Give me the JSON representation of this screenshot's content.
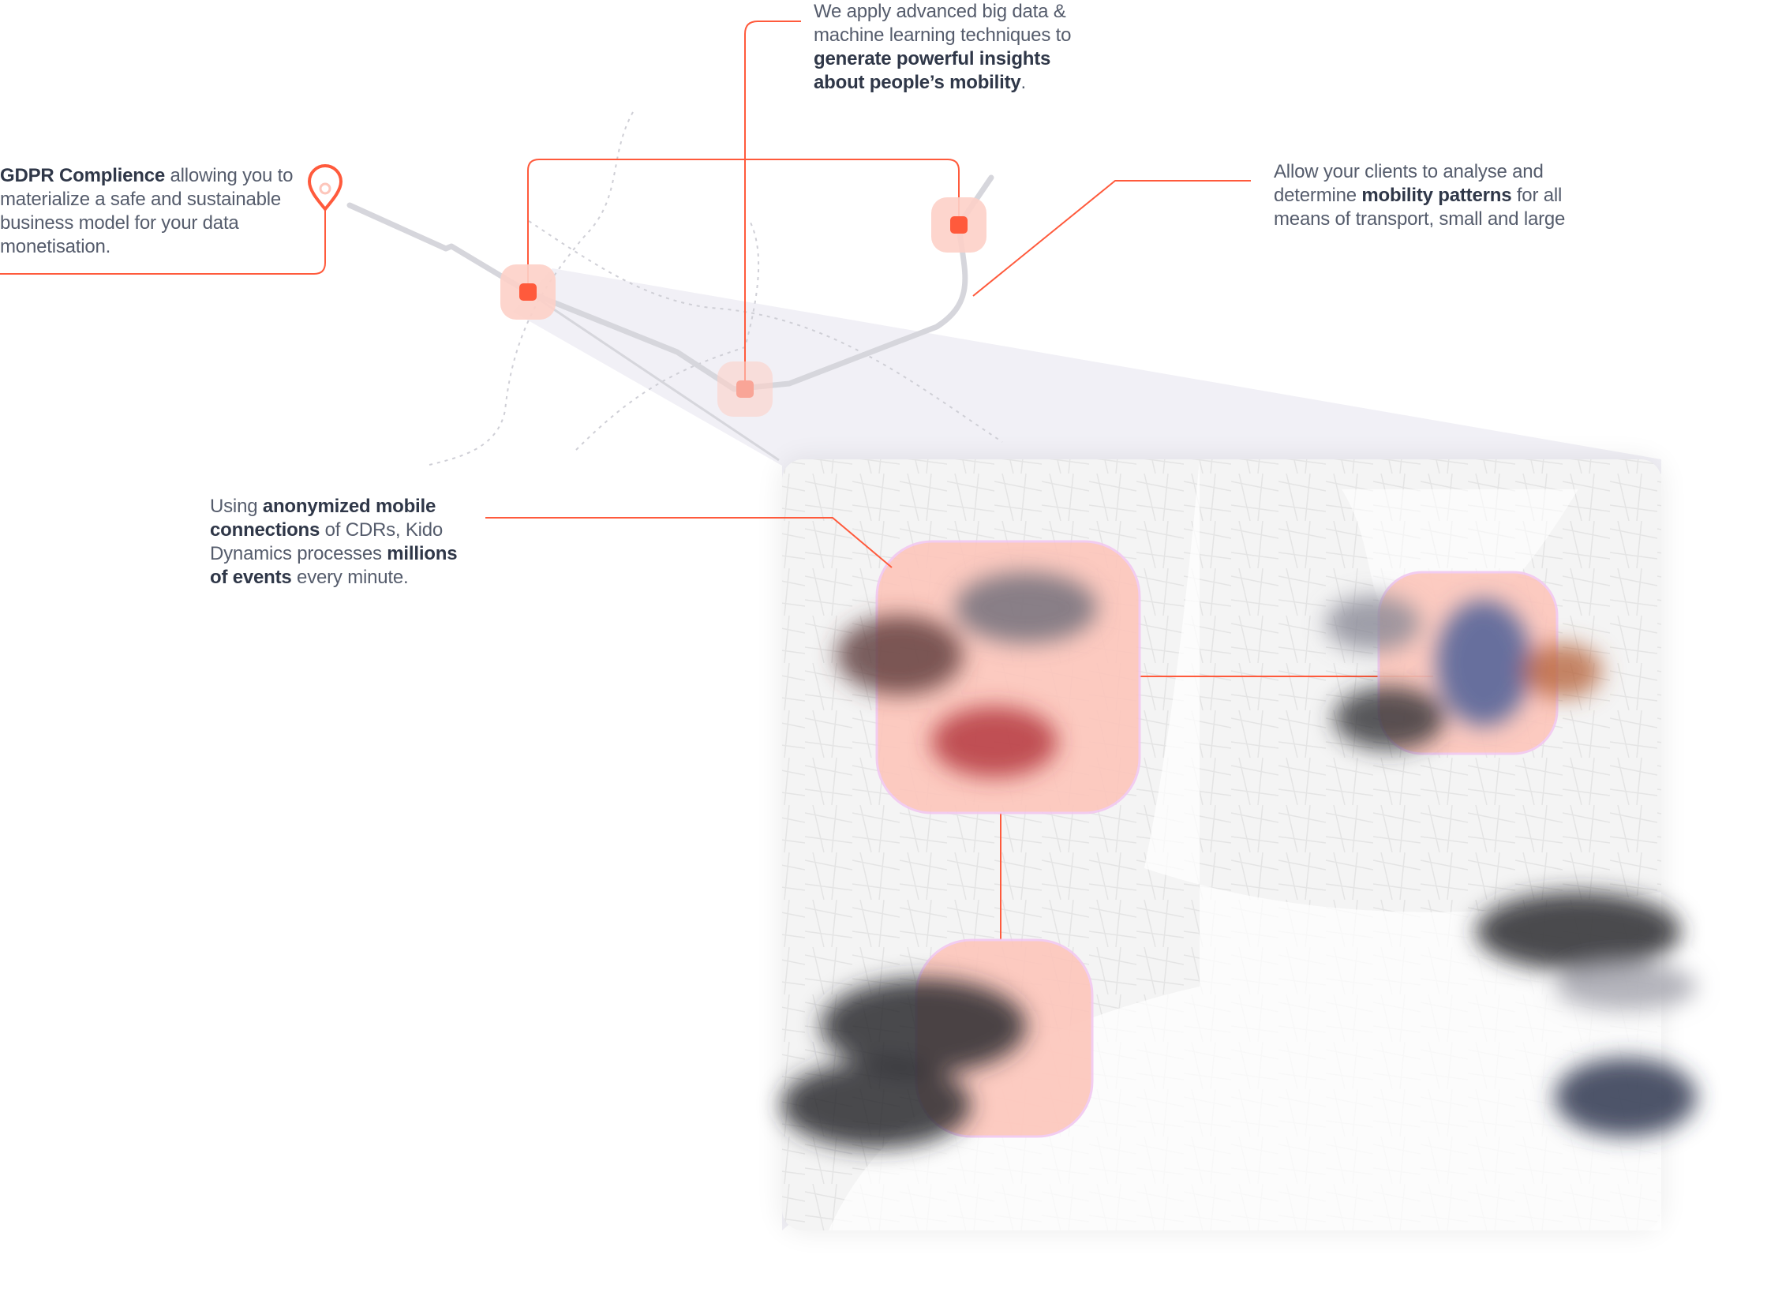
{
  "callouts": {
    "insights": {
      "text_1": "We apply advanced big data & machine learning techniques to ",
      "bold_1": "generate powerful insights about people’s mobility",
      "text_2": "."
    },
    "gdpr": {
      "bold_1": "GDPR Complience",
      "text_1": " allowing you to materialize a safe and sustainable business model for your data monetisation."
    },
    "patterns": {
      "text_1": "Allow your clients to analyse and determine ",
      "bold_1": "mobility patterns",
      "text_2": " for all means of transport, small and large"
    },
    "cdr": {
      "text_1": "Using ",
      "bold_1": "anonymized mobile connections",
      "text_2": " of CDRs, Kido Dynamics processes ",
      "bold_2": "millions of events",
      "text_3": " every minute."
    }
  },
  "colors": {
    "accent": "#ff5a3c",
    "node_halo": "#fdd0c8",
    "funnel": "#f1f0f6",
    "route": "#d6d6dc",
    "map_bg": "#f4f4f4"
  },
  "icons": {
    "pin": "location-pin-icon"
  }
}
